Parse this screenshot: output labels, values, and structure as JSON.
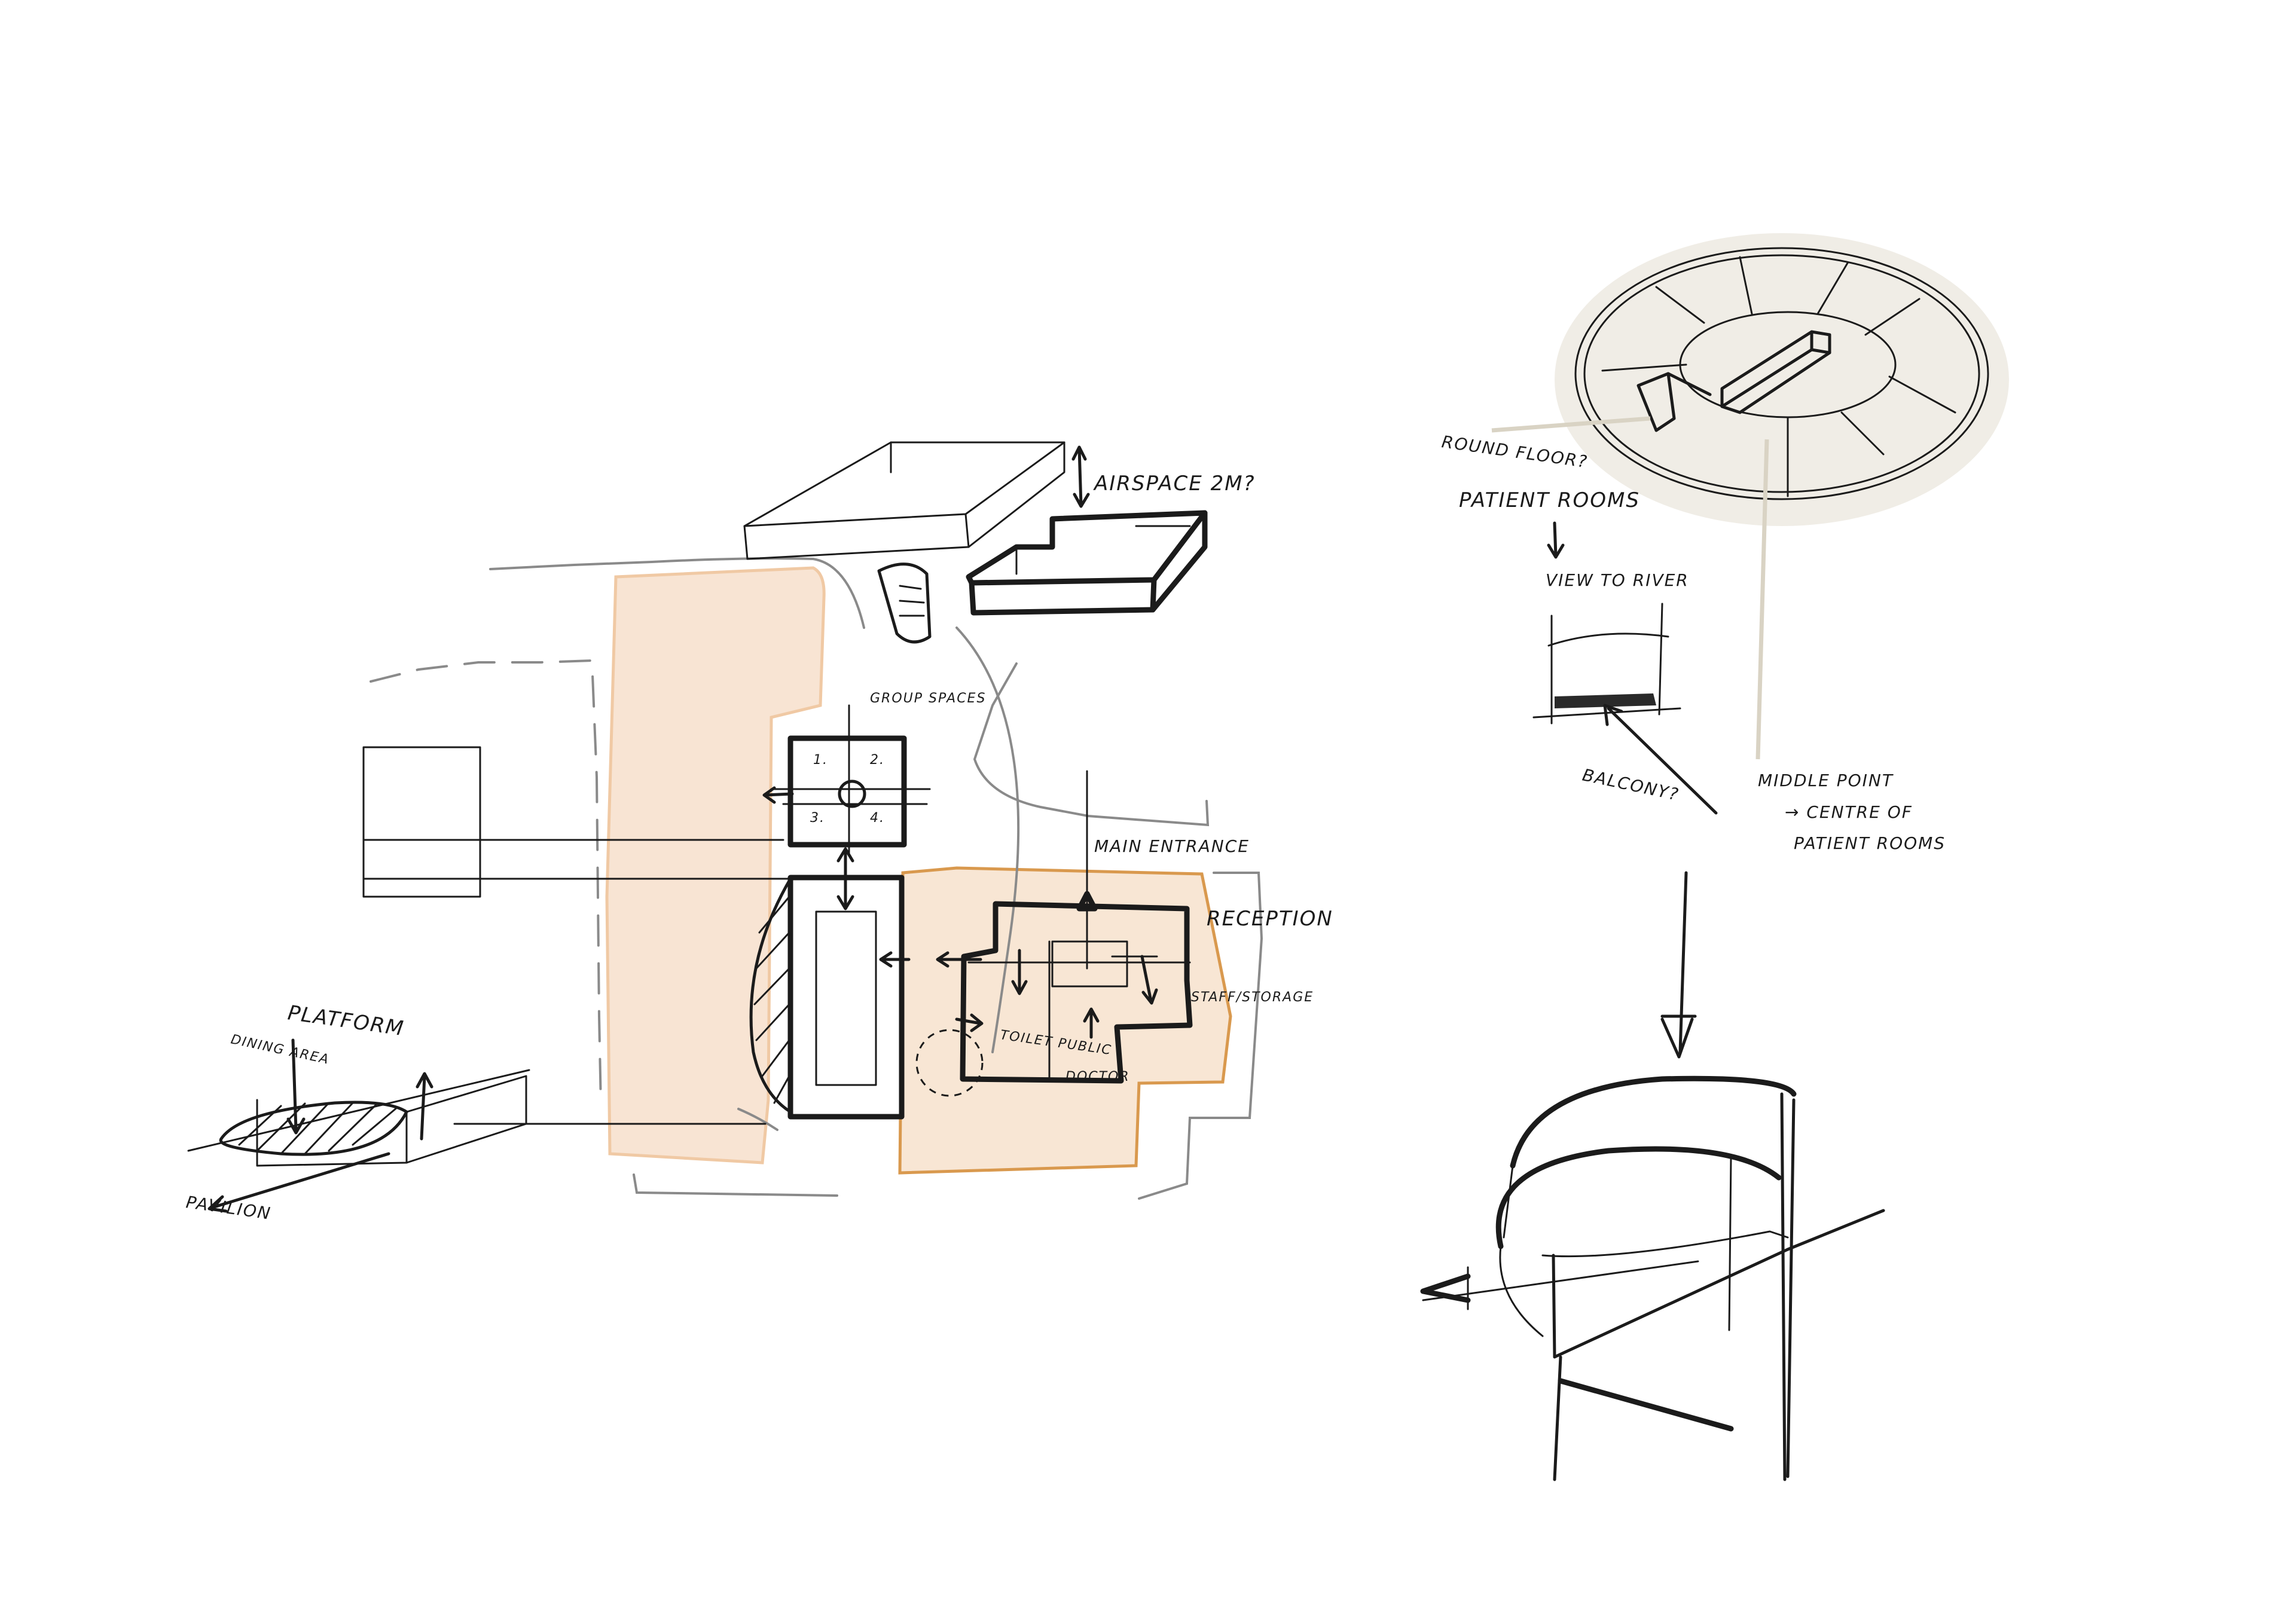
{
  "colors": {
    "ink": "#1b1b1b",
    "peach_fill": "#f8e4d3",
    "peach_stroke": "#f0c9a4",
    "orange_fill": "#f8e6d4",
    "orange_stroke": "#d9994e",
    "halo": "#f0ede6",
    "leader": "#d9d3c4",
    "grey_line": "#8a8a8a"
  },
  "labels": {
    "airspace": "AIRSPACE 2M?",
    "group_spaces": "GROUP SPACES",
    "room_1": "1.",
    "room_2": "2.",
    "room_3": "3.",
    "room_4": "4.",
    "main_entrance": "MAIN ENTRANCE",
    "reception": "RECEPTION",
    "staff_storage": "STAFF/STORAGE",
    "toilet_public": "TOILET PUBLIC",
    "doctor": "DOCTOR",
    "dining_area": "DINING AREA",
    "platform": "PLATFORM",
    "pavilion": "PAVILION",
    "ground_floor": "ROUND FLOOR?",
    "patient_rooms": "PATIENT ROOMS",
    "view_to_river": "VIEW TO RIVER",
    "balcony": "BALCONY?",
    "middle_point_1": "MIDDLE POINT",
    "middle_point_2": "→ CENTRE OF",
    "middle_point_3": "PATIENT ROOMS"
  }
}
